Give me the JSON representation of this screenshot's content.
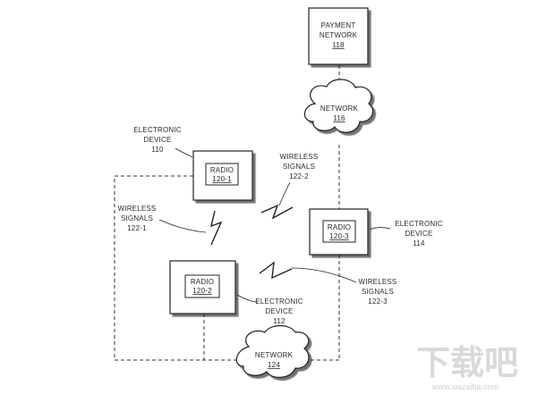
{
  "payment_network": {
    "line1": "PAYMENT",
    "line2": "NETWORK",
    "ref": "118"
  },
  "network_116": {
    "label": "NETWORK",
    "ref": "116"
  },
  "network_124": {
    "label": "NETWORK",
    "ref": "124"
  },
  "device_110": {
    "line1": "ELECTRONIC",
    "line2": "DEVICE",
    "ref": "110",
    "radio_label": "RADIO",
    "radio_ref": "120-1"
  },
  "device_112": {
    "line1": "ELECTRONIC",
    "line2": "DEVICE",
    "ref": "112",
    "radio_label": "RADIO",
    "radio_ref": "120-2"
  },
  "device_114": {
    "line1": "ELECTRONIC",
    "line2": "DEVICE",
    "ref": "114",
    "radio_label": "RADIO",
    "radio_ref": "120-3"
  },
  "signals_122_1": {
    "line1": "WIRELESS",
    "line2": "SIGNALS",
    "ref": "122-1"
  },
  "signals_122_2": {
    "line1": "WIRELESS",
    "line2": "SIGNALS",
    "ref": "122-2"
  },
  "signals_122_3": {
    "line1": "WIRELESS",
    "line2": "SIGNALS",
    "ref": "122-3"
  },
  "watermark": {
    "logo": "下载吧",
    "url": "www.xiazaiba.com"
  }
}
